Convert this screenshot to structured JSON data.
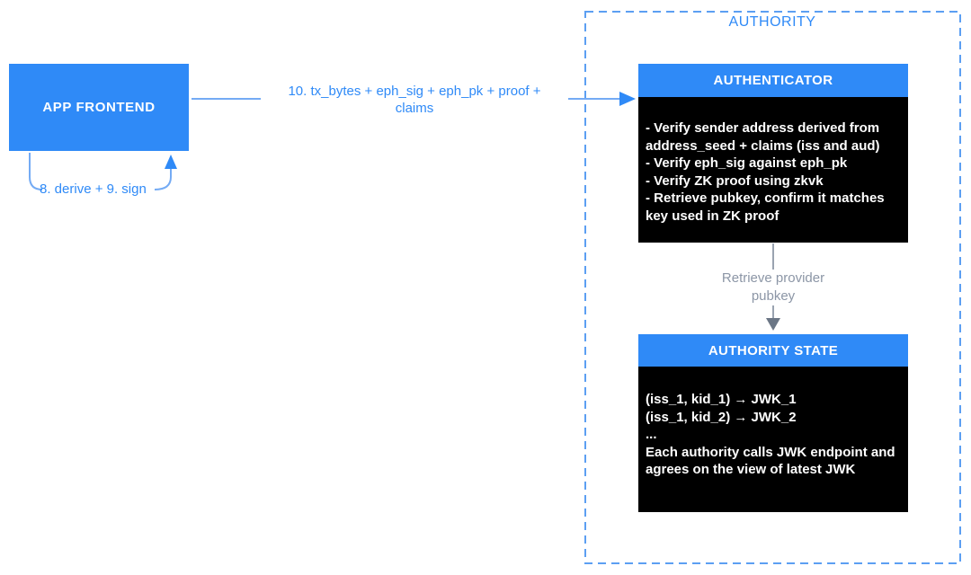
{
  "diagram": {
    "app_frontend": {
      "label": "APP FRONTEND"
    },
    "flow_arrow": {
      "label": "10. tx_bytes + eph_sig + eph_pk + proof +\nclaims"
    },
    "loop_arrow": {
      "label": "8. derive + 9. sign"
    },
    "authority": {
      "label": "AUTHORITY",
      "authenticator": {
        "title": "AUTHENTICATOR",
        "body": "- Verify sender address derived from\naddress_seed + claims (iss and aud)\n- Verify eph_sig against eph_pk\n- Verify ZK proof using zkvk\n- Retrieve pubkey, confirm it matches\nkey used in ZK proof"
      },
      "retrieve_arrow": {
        "label": "Retrieve provider\npubkey"
      },
      "authority_state": {
        "title": "AUTHORITY STATE",
        "body": "(iss_1, kid_1) → JWK_1\n(iss_1, kid_2) → JWK_2\n...\nEach authority calls JWK endpoint and\nagrees on the view of latest JWK"
      }
    }
  },
  "colors": {
    "brand_blue": "#2F8AF7",
    "line_blue": "#74ABF4",
    "dash_blue": "#5C9FF2",
    "gray_text": "#8C96A6",
    "gray_line": "#9AA3B1",
    "gray_head": "#6B7685",
    "box_body_bg": "#000000",
    "text_on_dark": "#FFFFFF"
  }
}
